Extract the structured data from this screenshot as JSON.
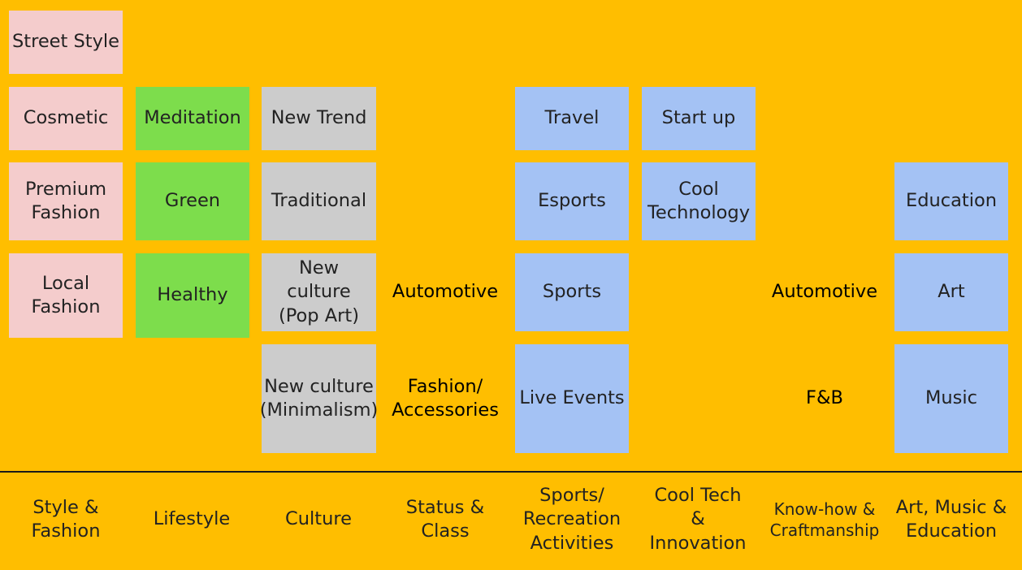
{
  "colors": {
    "background": "#ffbe00",
    "style_fashion": "#f4cccc",
    "lifestyle": "#7ddd4c",
    "culture": "#cccccc",
    "tech_sports_art": "#a4c2f4",
    "divider": "#1a1a1a"
  },
  "columns": {
    "style_fashion": {
      "label": "Style &\nFashion",
      "items": [
        "Street Style",
        "Cosmetic",
        "Premium\nFashion",
        "Local\nFashion"
      ]
    },
    "lifestyle": {
      "label": "Lifestyle",
      "items": [
        "Meditation",
        "Green",
        "Healthy"
      ]
    },
    "culture": {
      "label": "Culture",
      "items": [
        "New Trend",
        "Traditional",
        "New\nculture\n(Pop Art)",
        "New culture\n(Minimalism)"
      ]
    },
    "status_class": {
      "label": "Status &\nClass",
      "items": [
        "Automotive",
        "Fashion/\nAccessories"
      ]
    },
    "sports": {
      "label": "Sports/\nRecreation\nActivities",
      "items": [
        "Travel",
        "Esports",
        "Sports",
        "Live Events"
      ]
    },
    "cool_tech": {
      "label": "Cool Tech\n&\nInnovation",
      "items": [
        "Start up",
        "Cool\nTechnology"
      ]
    },
    "knowhow": {
      "label": "Know-how &\nCraftmanship",
      "items": [
        "Automotive",
        "F&B"
      ]
    },
    "art_music": {
      "label": "Art, Music &\nEducation",
      "items": [
        "Education",
        "Art",
        "Music"
      ]
    }
  }
}
